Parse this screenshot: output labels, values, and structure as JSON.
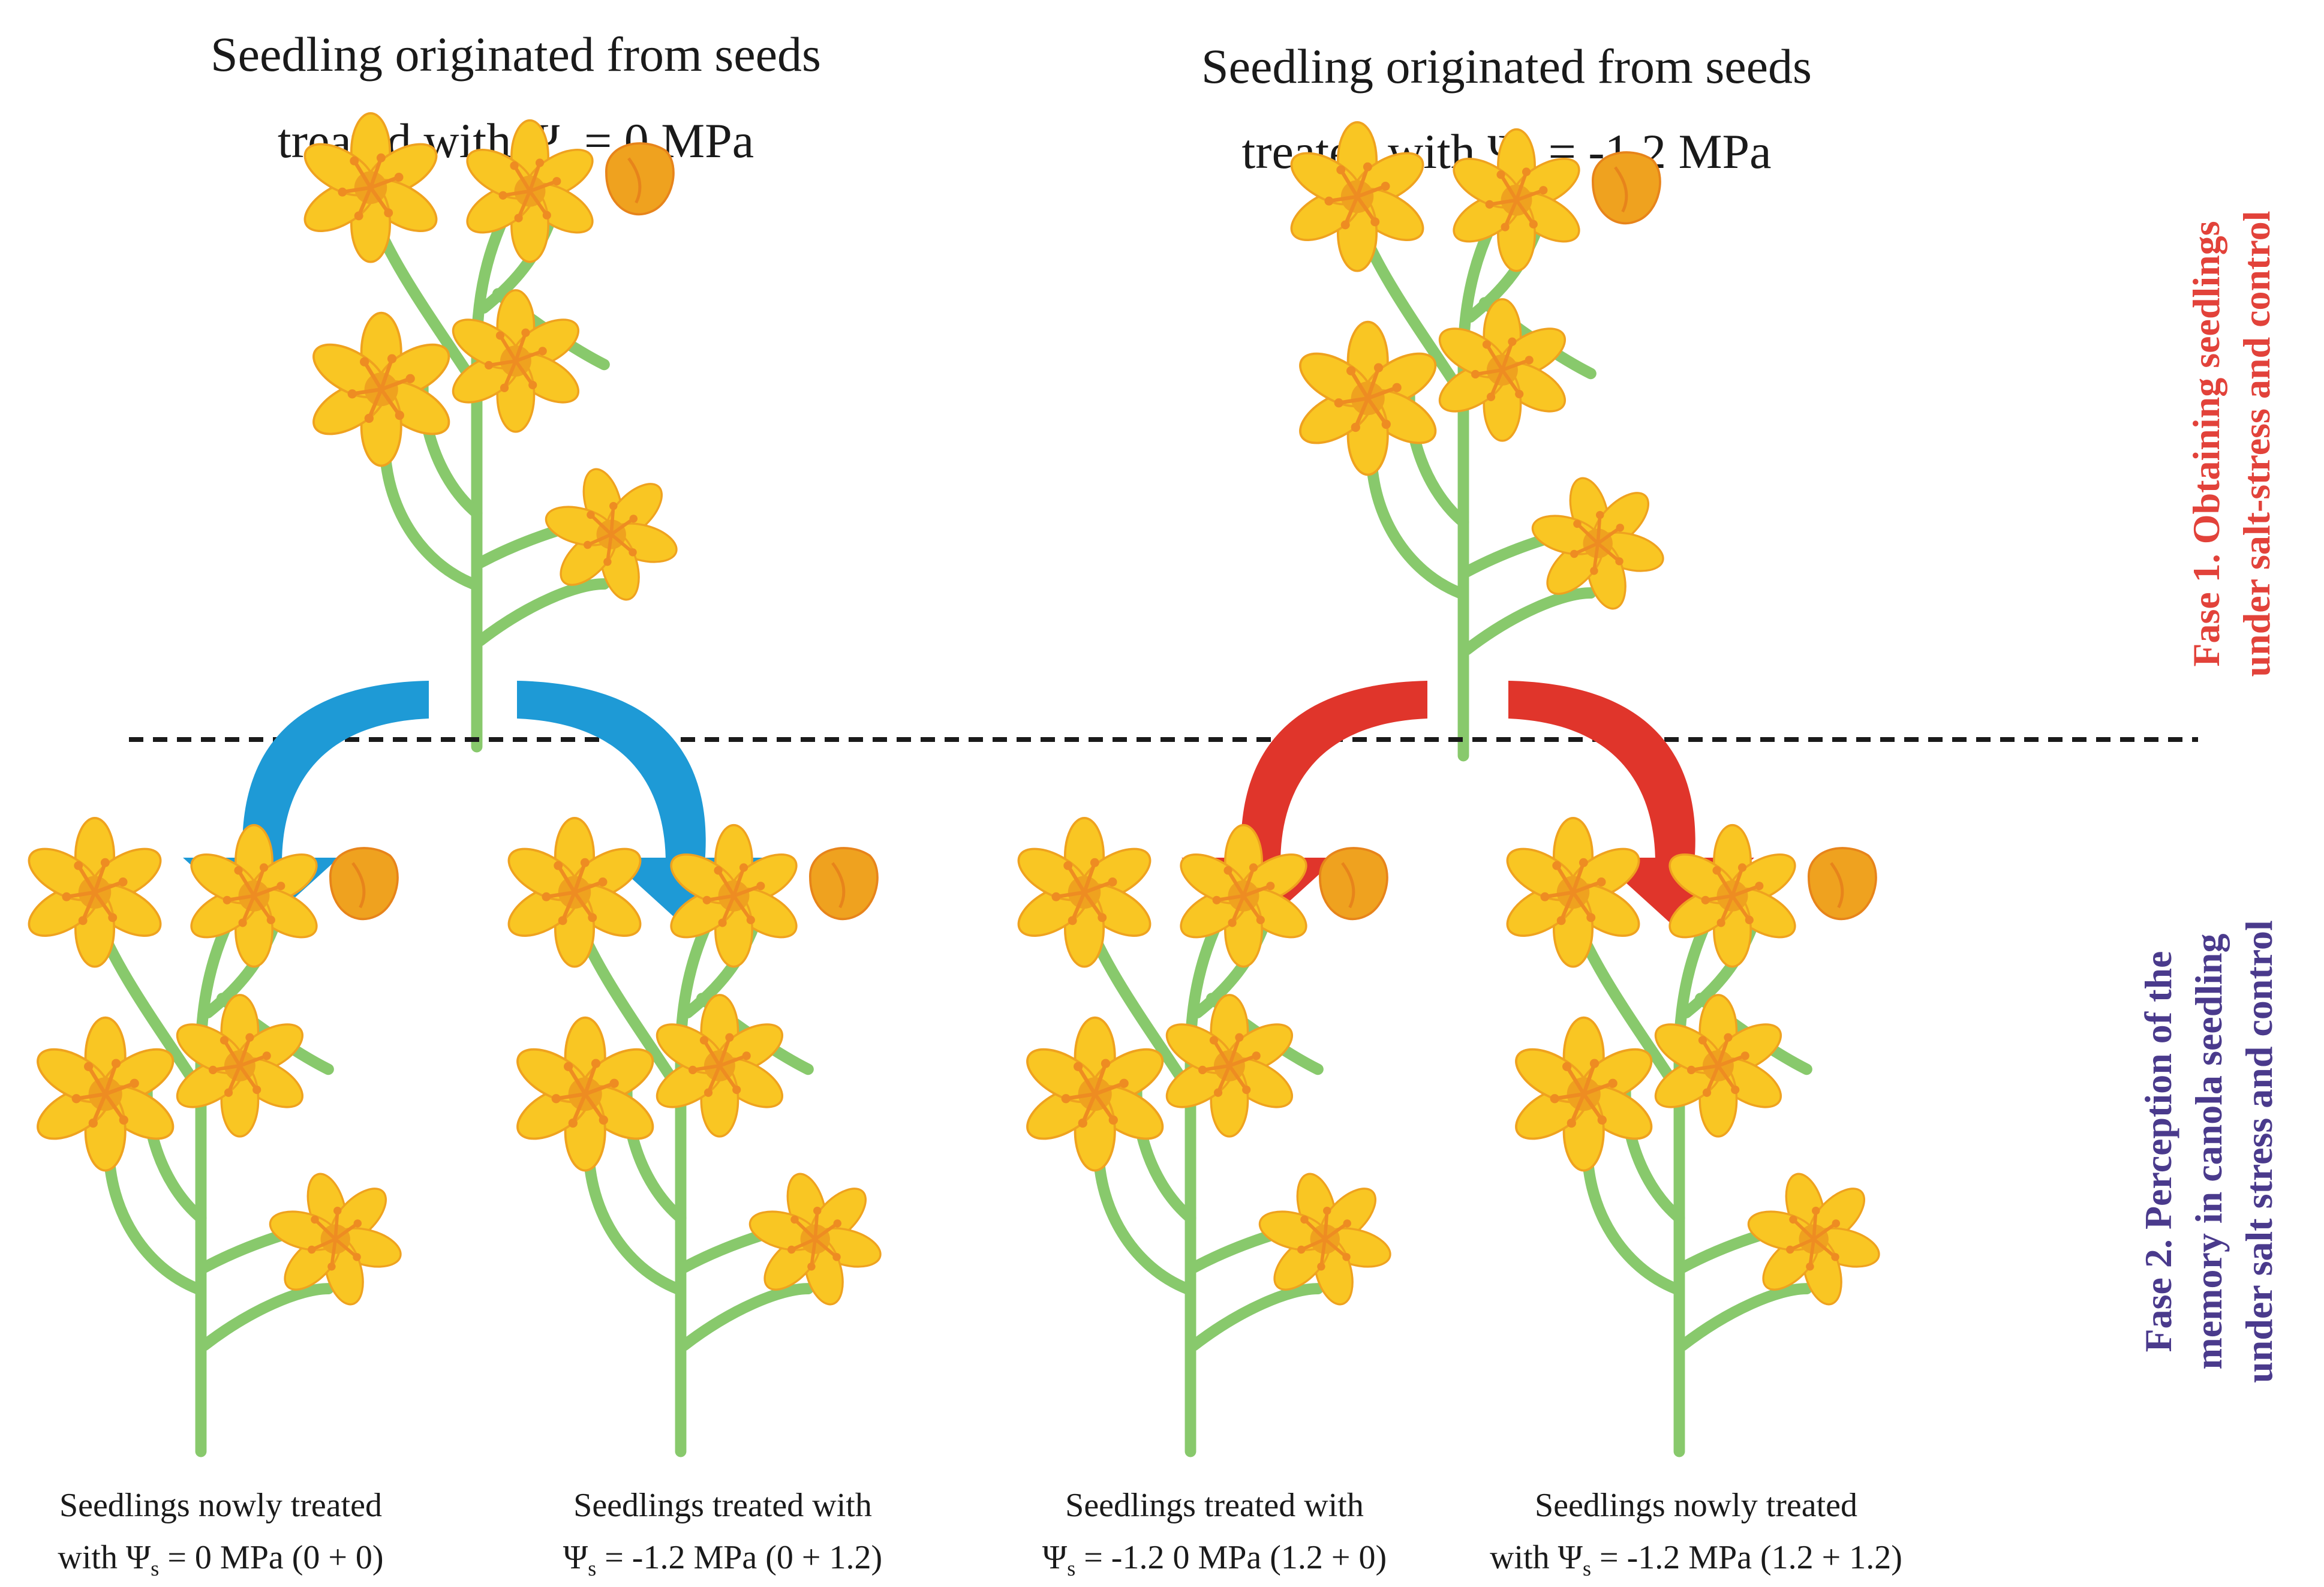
{
  "colors": {
    "petal": "#F9C623",
    "petal_shade": "#EFA21F",
    "petal_dark": "#E7841B",
    "stamen": "#EE8C22",
    "stem": "#88C96C",
    "arrow_control": "#1E9AD6",
    "arrow_stress": "#E0352B",
    "phase1": "#E2423A",
    "phase2": "#4A3A8C",
    "text": "#1a1a1a"
  },
  "header": {
    "left": {
      "line1": "Seedling originated from seeds",
      "line2_pre": "treated with ",
      "psi": "Ψ",
      "sub": "s",
      "line2_post": " = 0 MPa"
    },
    "right": {
      "line1": "Seedling originated from seeds",
      "line2_pre": "treated with ",
      "psi": "Ψ",
      "sub": "s",
      "line2_post": " = -1.2 MPa"
    }
  },
  "phases": {
    "phase1": {
      "line1": "Fase 1. Obtaining  seedlings",
      "line2": "under salt-stress and control"
    },
    "phase2": {
      "line1": "Fase 2. Perception of the",
      "line2": "memory in canola seedling",
      "line3": "under salt stress and control"
    }
  },
  "treatments": [
    {
      "line1": "Seedlings nowly treated",
      "line2_pre": "with ",
      "psi": "Ψ",
      "sub": "s",
      "line2_post": " = 0 MPa (0 + 0)"
    },
    {
      "line1": "Seedlings treated with",
      "line2_pre": "",
      "psi": "Ψ",
      "sub": "s",
      "line2_post": " = -1.2 MPa (0 + 1.2)"
    },
    {
      "line1": "Seedlings treated with",
      "line2_pre": "",
      "psi": "Ψ",
      "sub": "s",
      "line2_post": " = -1.2 0 MPa (1.2 + 0)"
    },
    {
      "line1": "Seedlings nowly treated",
      "line2_pre": "with ",
      "psi": "Ψ",
      "sub": "s",
      "line2_post": " = -1.2 MPa (1.2 + 1.2)"
    }
  ]
}
